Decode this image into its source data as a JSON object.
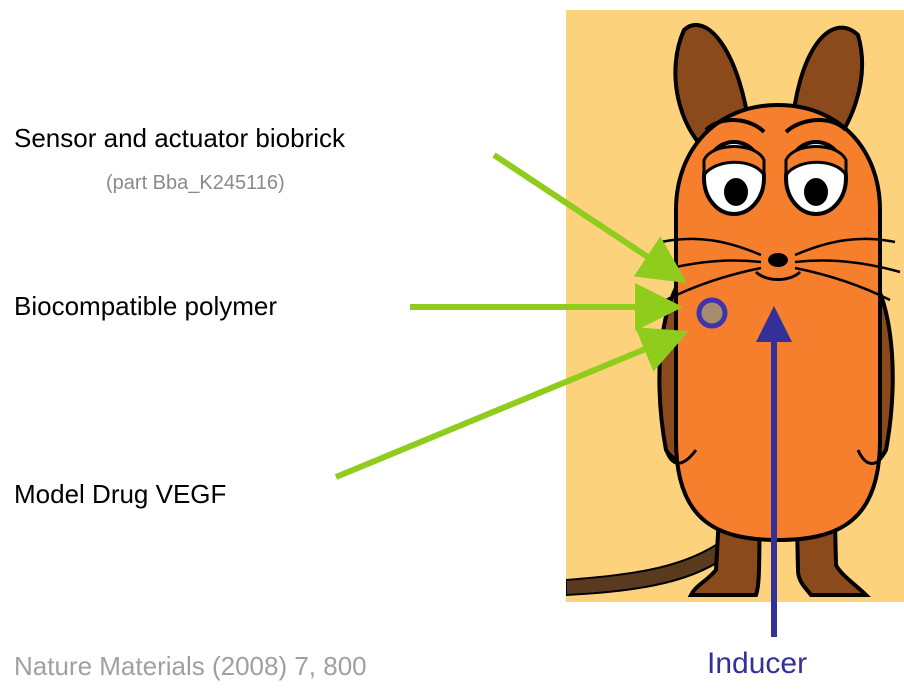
{
  "labels": {
    "sensor": "Sensor and actuator biobrick",
    "sensor_part": "(part Bba_K245116)",
    "polymer": "Biocompatible polymer",
    "drug": "Model Drug VEGF",
    "inducer": "Inducer"
  },
  "citation": "Nature Materials (2008) 7, 800",
  "colors": {
    "panel_background": "#fcd27c",
    "mouse_body": "#f57f2d",
    "mouse_limbs": "#8b4a1c",
    "arrow_green": "#8fcc1c",
    "arrow_blue": "#33309a",
    "implant_ring": "#3f35a8",
    "implant_core": "#a78c6f"
  },
  "icons": [
    "mouse-illustration",
    "implant-marker"
  ]
}
